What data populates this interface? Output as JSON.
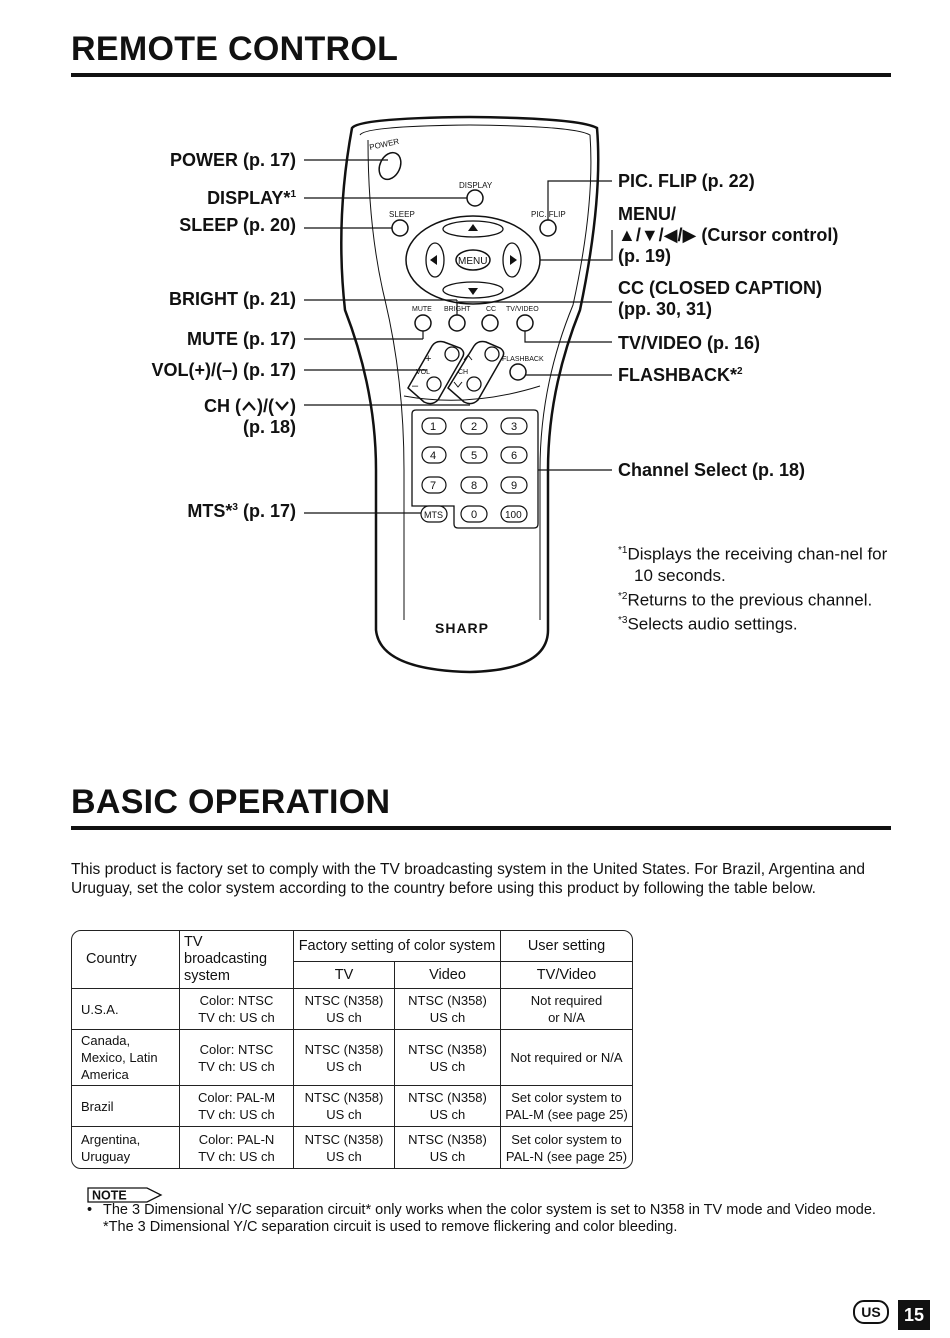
{
  "remote_section": {
    "title": "REMOTE CONTROL"
  },
  "basic_section": {
    "title": "BASIC OPERATION"
  },
  "remote": {
    "brand": "SHARP",
    "buttons": {
      "power": "POWER",
      "display": "DISPLAY",
      "sleep": "SLEEP",
      "pic_flip": "PIC. FLIP",
      "menu": "MENU",
      "mute": "MUTE",
      "bright": "BRIGHT",
      "cc": "CC",
      "tv_video": "TV/VIDEO",
      "vol": "VOL",
      "ch": "CH",
      "flashback": "FLASHBACK",
      "mts": "MTS",
      "plus": "+",
      "minus": "–"
    },
    "keys": [
      "1",
      "2",
      "3",
      "4",
      "5",
      "6",
      "7",
      "8",
      "9",
      "0",
      "100"
    ]
  },
  "labels_left": {
    "power": "POWER (p. 17)",
    "display": "DISPLAY*",
    "display_sup": "1",
    "sleep": "SLEEP (p. 20)",
    "bright": "BRIGHT (p. 21)",
    "mute": "MUTE (p. 17)",
    "vol": "VOL(+)/(–) (p. 17)",
    "ch_prefix": "CH (",
    "ch_mid": ")/(",
    "ch_suffix": ")",
    "ch_page": "(p. 18)",
    "mts": "MTS*",
    "mts_sup": "3",
    "mts_page": " (p. 17)"
  },
  "labels_right": {
    "pic_flip": "PIC. FLIP (p. 22)",
    "menu": "MENU/",
    "cursor": "▲/▼/◀/▶  (Cursor control)",
    "menu_page": "(p. 19)",
    "cc": "CC (CLOSED CAPTION)",
    "cc_page": "(pp. 30, 31)",
    "tv_video": "TV/VIDEO (p. 16)",
    "flashback": "FLASHBACK*",
    "flashback_sup": "2",
    "channel_select": "Channel Select (p. 18)"
  },
  "footnotes": [
    {
      "mark": "*1",
      "text": "Displays the receiving chan-nel for 10 seconds."
    },
    {
      "mark": "*2",
      "text": "Returns to the previous channel."
    },
    {
      "mark": "*3",
      "text": "Selects audio settings."
    }
  ],
  "intro": "This product is factory set to comply with the TV broadcasting system in the United States. For Brazil, Argentina and Uruguay, set the color system according to the country before using this product by following the table below.",
  "table": {
    "headers": {
      "country": "Country",
      "tv_broadcasting": "TV broadcasting system",
      "factory": "Factory setting of color system",
      "tv": "TV",
      "video": "Video",
      "user": "User setting",
      "tv_video": "TV/Video"
    },
    "rows": [
      {
        "country": "U.S.A.",
        "broadcast": [
          "Color: NTSC",
          "TV ch: US ch"
        ],
        "tv": [
          "NTSC (N358)",
          "US ch"
        ],
        "video": [
          "NTSC (N358)",
          "US ch"
        ],
        "user": [
          "Not required",
          "or N/A"
        ]
      },
      {
        "country": "Canada, Mexico, Latin America",
        "broadcast": [
          "Color: NTSC",
          "TV ch: US ch"
        ],
        "tv": [
          "NTSC (N358)",
          "US ch"
        ],
        "video": [
          "NTSC (N358)",
          "US ch"
        ],
        "user": [
          "Not required or N/A",
          ""
        ]
      },
      {
        "country": "Brazil",
        "broadcast": [
          "Color: PAL-M",
          "TV ch: US ch"
        ],
        "tv": [
          "NTSC (N358)",
          "US ch"
        ],
        "video": [
          "NTSC (N358)",
          "US ch"
        ],
        "user": [
          "Set color system to",
          "PAL-M (see page 25)"
        ]
      },
      {
        "country": "Argentina, Uruguay",
        "broadcast": [
          "Color: PAL-N",
          "TV ch: US ch"
        ],
        "tv": [
          "NTSC (N358)",
          "US ch"
        ],
        "video": [
          "NTSC (N358)",
          "US ch"
        ],
        "user": [
          "Set color system to",
          "PAL-N (see page 25)"
        ]
      }
    ]
  },
  "note": {
    "badge": "NOTE",
    "bullet": "•",
    "line1": "The 3 Dimensional Y/C separation circuit* only works when the color system is set to N358 in TV mode and Video mode.",
    "line2": "*The 3 Dimensional Y/C separation circuit is used to remove flickering and color bleeding."
  },
  "footer": {
    "region": "US",
    "page": "15"
  }
}
